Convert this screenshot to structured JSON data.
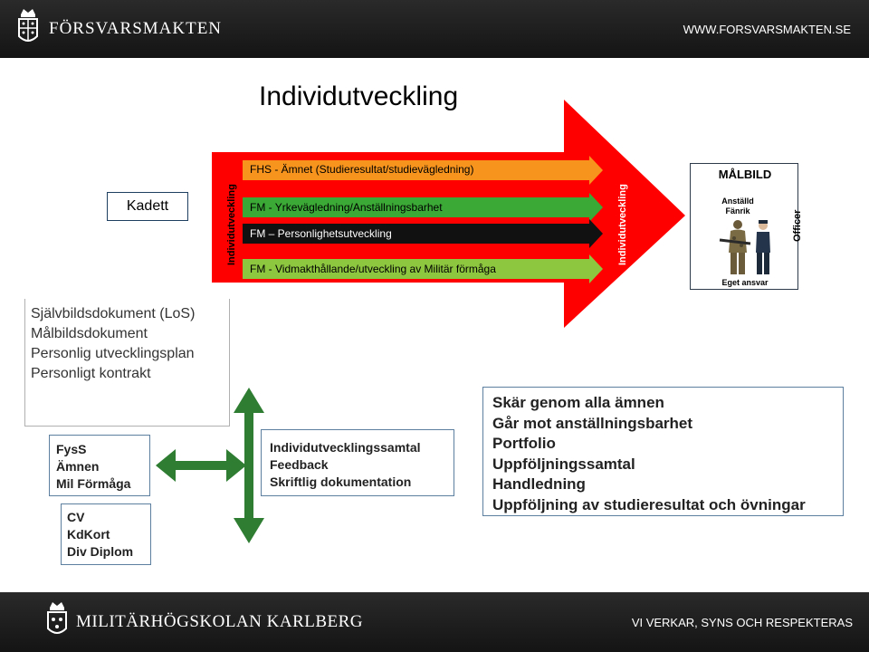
{
  "header": {
    "logo_text": "FÖRSVARSMAKTEN",
    "url": "WWW.FORSVARSMAKTEN.SE"
  },
  "title": "Individutveckling",
  "arrow": {
    "vertical_label_left": "Individutveckling",
    "vertical_label_right": "Individutveckling",
    "tracks": [
      {
        "label": "FHS - Ämnet (Studieresultat/studievägledning)",
        "color": "#f7941d"
      },
      {
        "label": "FM - Yrkevägledning/Anställningsbarhet",
        "color": "#3aa935"
      },
      {
        "label": "FM – Personlighetsutveckling",
        "color": "#111111"
      },
      {
        "label": "FM - Vidmakthållande/utveckling av Militär förmåga",
        "color": "#8dc63f"
      }
    ],
    "main_color": "#ff0000"
  },
  "kadett": "Kadett",
  "malbild": {
    "title": "MÅLBILD",
    "anstalld": "Anställd",
    "fanrik": "Fänrik",
    "officer": "Officer",
    "ansvar": "Eget ansvar"
  },
  "documents": [
    "Självbildsdokument (LoS)",
    "Målbildsdokument",
    "Personlig utvecklingsplan",
    "Personligt kontrakt"
  ],
  "fyss_box": [
    "FysS",
    "Ämnen",
    "Mil Förmåga"
  ],
  "cv_box": [
    "CV",
    "KdKort",
    "Div Diplom"
  ],
  "middle_box": [
    "Individutvecklingssamtal",
    "Feedback",
    "Skriftlig dokumentation"
  ],
  "right_box": [
    "Skär genom alla ämnen",
    "Går mot anställningsbarhet",
    "Portfolio",
    "Uppföljningssamtal",
    "Handledning",
    "Uppföljning av studieresultat och övningar"
  ],
  "footer": {
    "logo_text": "MILITÄRHÖGSKOLAN KARLBERG",
    "slogan": "VI VERKAR, SYNS OCH RESPEKTERAS"
  },
  "colors": {
    "arrow_green": "#2e7d32"
  }
}
